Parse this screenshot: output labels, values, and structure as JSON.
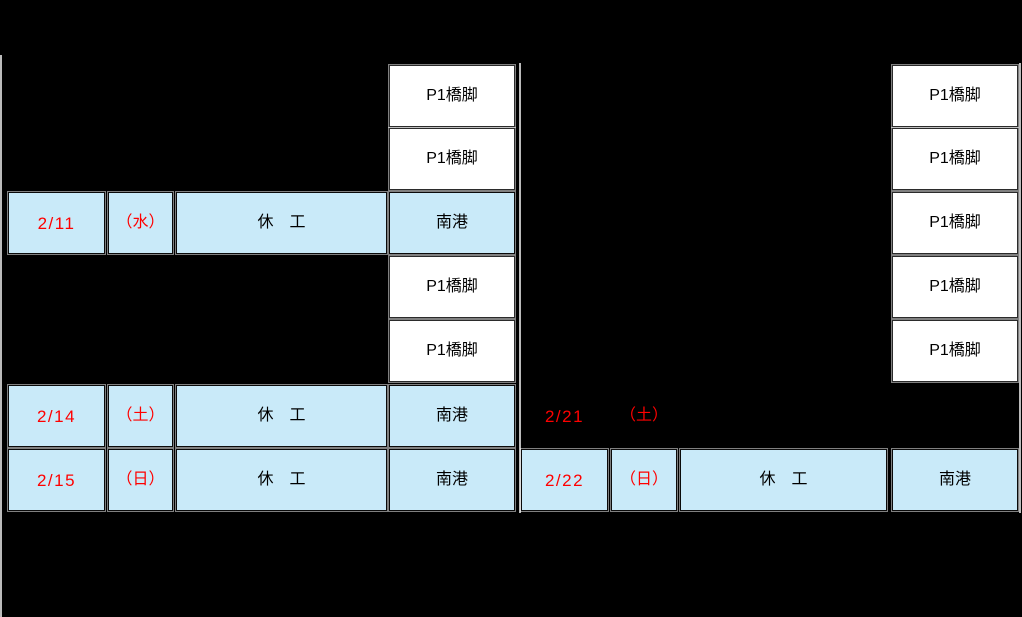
{
  "palette": {
    "background": "#000000",
    "holiday_fill": "#C9EAF9",
    "work_fill": "#FFFFFF",
    "date_color": "#FF0000",
    "text_color": "#000000",
    "grid_color": "#DCDCDC"
  },
  "labels": {
    "pier": "P1橋脚",
    "holiday_work": "休　工",
    "holiday_location": "南港"
  },
  "weeks": [
    {
      "name": "week-1",
      "pier_rows": [
        0,
        1,
        3,
        4
      ],
      "day_rows": [
        {
          "row": 2,
          "date": "2/11",
          "weekday": "（水）",
          "work": "休　工",
          "location": "南港",
          "has_fill": true
        },
        {
          "row": 5,
          "date": "2/14",
          "weekday": "（土）",
          "work": "休　工",
          "location": "南港",
          "has_fill": true
        },
        {
          "row": 6,
          "date": "2/15",
          "weekday": "（日）",
          "work": "休　工",
          "location": "南港",
          "has_fill": true
        }
      ]
    },
    {
      "name": "week-2",
      "pier_rows": [
        0,
        1,
        2,
        3,
        4
      ],
      "day_rows": [
        {
          "row": 5,
          "date": "2/21",
          "weekday": "（土）",
          "work": "",
          "location": "",
          "has_fill": false
        },
        {
          "row": 6,
          "date": "2/22",
          "weekday": "（日）",
          "work": "休　工",
          "location": "南港",
          "has_fill": true
        }
      ]
    }
  ]
}
